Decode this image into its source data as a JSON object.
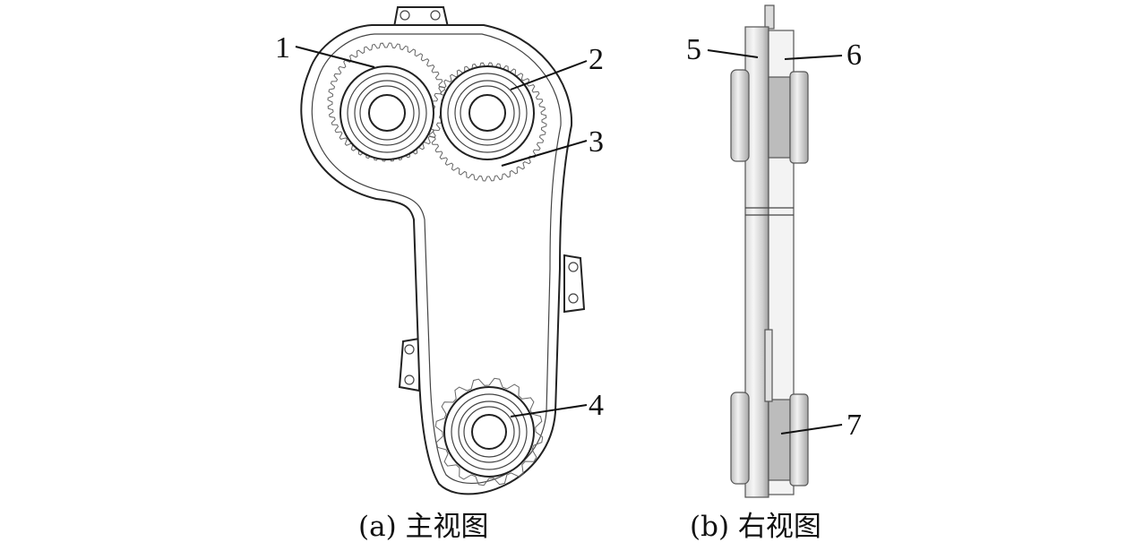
{
  "figure": {
    "front_view": {
      "caption": "(a) 主视图",
      "callouts": [
        {
          "id": "1",
          "label": "1"
        },
        {
          "id": "2",
          "label": "2"
        },
        {
          "id": "3",
          "label": "3"
        },
        {
          "id": "4",
          "label": "4"
        }
      ]
    },
    "side_view": {
      "caption": "(b) 右视图",
      "callouts": [
        {
          "id": "5",
          "label": "5"
        },
        {
          "id": "6",
          "label": "6"
        },
        {
          "id": "7",
          "label": "7"
        }
      ]
    }
  },
  "colors": {
    "line": "#222222",
    "shade_dark": "#9a9a9a",
    "shade_light": "#e6e6e6",
    "background": "#ffffff"
  }
}
